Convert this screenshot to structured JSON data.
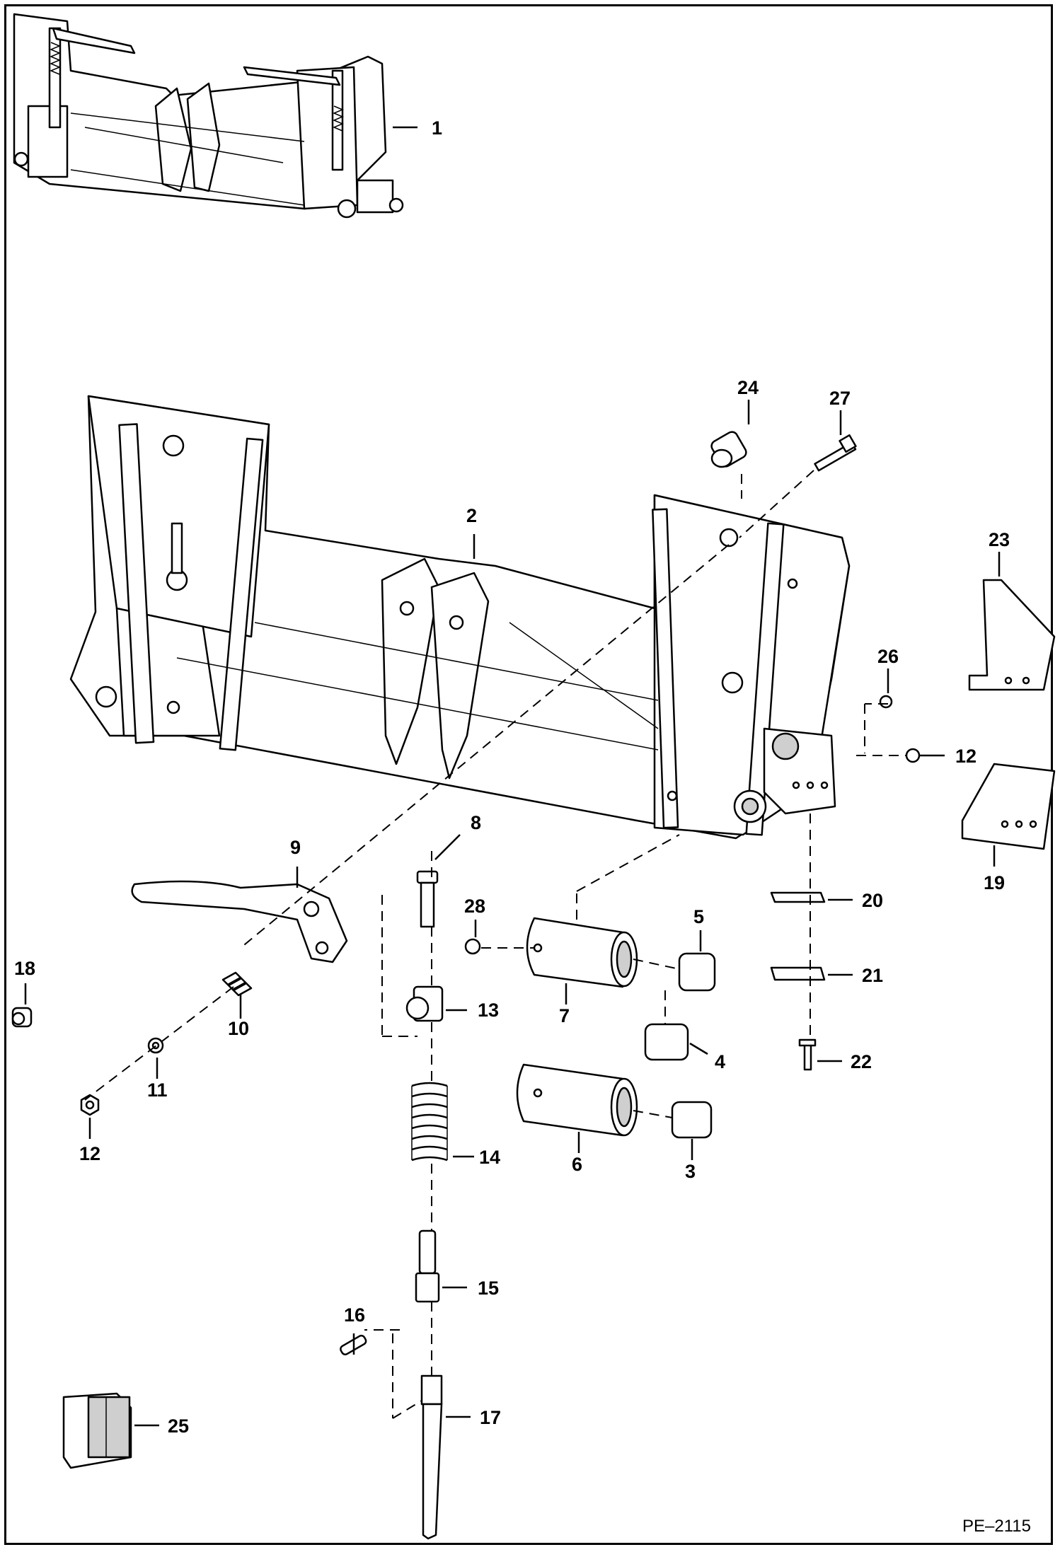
{
  "diagram": {
    "drawing_code": "PE–2115",
    "callouts": [
      {
        "id": "c1",
        "text": "1"
      },
      {
        "id": "c2",
        "text": "2"
      },
      {
        "id": "c3",
        "text": "3"
      },
      {
        "id": "c4",
        "text": "4"
      },
      {
        "id": "c5",
        "text": "5"
      },
      {
        "id": "c6",
        "text": "6"
      },
      {
        "id": "c7",
        "text": "7"
      },
      {
        "id": "c8",
        "text": "8"
      },
      {
        "id": "c9",
        "text": "9"
      },
      {
        "id": "c10",
        "text": "10"
      },
      {
        "id": "c11",
        "text": "11"
      },
      {
        "id": "c12a",
        "text": "12"
      },
      {
        "id": "c12b",
        "text": "12"
      },
      {
        "id": "c13",
        "text": "13"
      },
      {
        "id": "c14",
        "text": "14"
      },
      {
        "id": "c15",
        "text": "15"
      },
      {
        "id": "c16",
        "text": "16"
      },
      {
        "id": "c17",
        "text": "17"
      },
      {
        "id": "c18",
        "text": "18"
      },
      {
        "id": "c19",
        "text": "19"
      },
      {
        "id": "c20",
        "text": "20"
      },
      {
        "id": "c21",
        "text": "21"
      },
      {
        "id": "c22",
        "text": "22"
      },
      {
        "id": "c23",
        "text": "23"
      },
      {
        "id": "c24",
        "text": "24"
      },
      {
        "id": "c25",
        "text": "25"
      },
      {
        "id": "c26",
        "text": "26"
      },
      {
        "id": "c27",
        "text": "27"
      },
      {
        "id": "c28",
        "text": "28"
      }
    ]
  }
}
